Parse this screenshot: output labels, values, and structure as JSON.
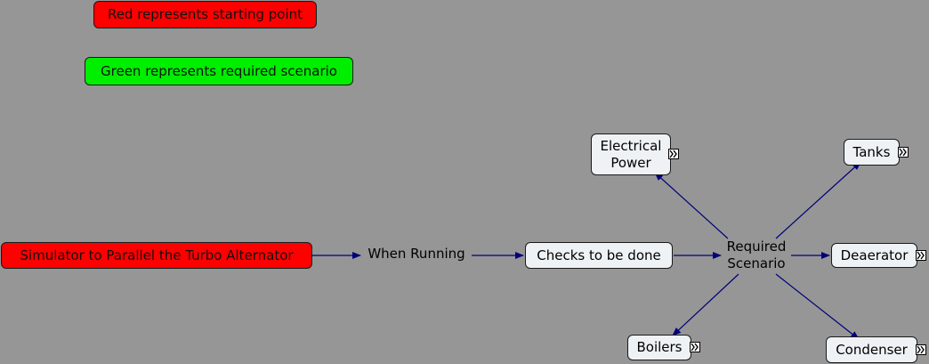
{
  "legend": {
    "red": "Red represents starting point",
    "green": "Green represents required scenario"
  },
  "nodes": {
    "start": "Simulator to Parallel the Turbo Alternator",
    "when_running": "When Running",
    "checks": "Checks to be done",
    "required": "Required\nScenario",
    "electrical": "Electrical\nPower",
    "tanks": "Tanks",
    "deaerator": "Deaerator",
    "boilers": "Boilers",
    "condenser": "Condenser"
  },
  "colors": {
    "background": "#969696",
    "start_point": "#ff0000",
    "required_scenario": "#00ee00",
    "concept": "#eef2f5",
    "arrow": "#00007a"
  },
  "icons": {
    "expand": "double-chevron-right-icon"
  }
}
